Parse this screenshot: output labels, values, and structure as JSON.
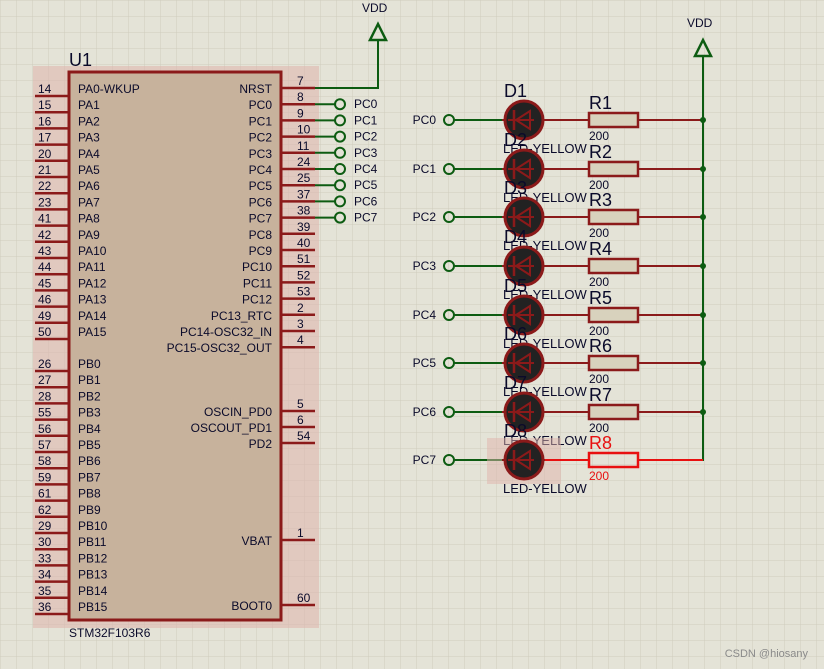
{
  "colors": {
    "background": "#e4e3d7",
    "grid": "#cfcdbe",
    "chip_fill": "#c7b29c",
    "chip_outline": "#8b1a1a",
    "selection_halo": "#dfb4ac",
    "wire": "#0d5c12",
    "pin_line": "#8b1a1a",
    "text": "#0a0a2a",
    "resistor_fill": "#d8d2bd",
    "led_body": "#222222",
    "led_rim": "#8b1a1a",
    "selected": "#e81010",
    "terminal": "#0d5c12"
  },
  "chip": {
    "ref": "U1",
    "part": "STM32F103R6",
    "left_pins": [
      {
        "num": "14",
        "name": "PA0-WKUP"
      },
      {
        "num": "15",
        "name": "PA1"
      },
      {
        "num": "16",
        "name": "PA2"
      },
      {
        "num": "17",
        "name": "PA3"
      },
      {
        "num": "20",
        "name": "PA4"
      },
      {
        "num": "21",
        "name": "PA5"
      },
      {
        "num": "22",
        "name": "PA6"
      },
      {
        "num": "23",
        "name": "PA7"
      },
      {
        "num": "41",
        "name": "PA8"
      },
      {
        "num": "42",
        "name": "PA9"
      },
      {
        "num": "43",
        "name": "PA10"
      },
      {
        "num": "44",
        "name": "PA11"
      },
      {
        "num": "45",
        "name": "PA12"
      },
      {
        "num": "46",
        "name": "PA13"
      },
      {
        "num": "49",
        "name": "PA14"
      },
      {
        "num": "50",
        "name": "PA15"
      },
      {
        "num": "26",
        "name": "PB0"
      },
      {
        "num": "27",
        "name": "PB1"
      },
      {
        "num": "28",
        "name": "PB2"
      },
      {
        "num": "55",
        "name": "PB3"
      },
      {
        "num": "56",
        "name": "PB4"
      },
      {
        "num": "57",
        "name": "PB5"
      },
      {
        "num": "58",
        "name": "PB6"
      },
      {
        "num": "59",
        "name": "PB7"
      },
      {
        "num": "61",
        "name": "PB8"
      },
      {
        "num": "62",
        "name": "PB9"
      },
      {
        "num": "29",
        "name": "PB10"
      },
      {
        "num": "30",
        "name": "PB11"
      },
      {
        "num": "33",
        "name": "PB12"
      },
      {
        "num": "34",
        "name": "PB13"
      },
      {
        "num": "35",
        "name": "PB14"
      },
      {
        "num": "36",
        "name": "PB15"
      }
    ],
    "right_pins": [
      {
        "num": "7",
        "name": "NRST"
      },
      {
        "num": "8",
        "name": "PC0"
      },
      {
        "num": "9",
        "name": "PC1"
      },
      {
        "num": "10",
        "name": "PC2"
      },
      {
        "num": "11",
        "name": "PC3"
      },
      {
        "num": "24",
        "name": "PC4"
      },
      {
        "num": "25",
        "name": "PC5"
      },
      {
        "num": "37",
        "name": "PC6"
      },
      {
        "num": "38",
        "name": "PC7"
      },
      {
        "num": "39",
        "name": "PC8"
      },
      {
        "num": "40",
        "name": "PC9"
      },
      {
        "num": "51",
        "name": "PC10"
      },
      {
        "num": "52",
        "name": "PC11"
      },
      {
        "num": "53",
        "name": "PC12"
      },
      {
        "num": "2",
        "name": "PC13_RTC"
      },
      {
        "num": "3",
        "name": "PC14-OSC32_IN"
      },
      {
        "num": "4",
        "name": "PC15-OSC32_OUT"
      },
      {
        "num": "5",
        "name": "OSCIN_PD0"
      },
      {
        "num": "6",
        "name": "OSCOUT_PD1"
      },
      {
        "num": "54",
        "name": "PD2"
      },
      {
        "num": "1",
        "name": "VBAT"
      },
      {
        "num": "60",
        "name": "BOOT0"
      }
    ]
  },
  "chip_terminals": [
    "PC0",
    "PC1",
    "PC2",
    "PC3",
    "PC4",
    "PC5",
    "PC6",
    "PC7"
  ],
  "power": [
    {
      "label": "VDD"
    },
    {
      "label": "VDD"
    }
  ],
  "rows": [
    {
      "terminal": "PC0",
      "led_ref": "D1",
      "led_type": "LED-YELLOW",
      "res_ref": "R1",
      "res_value": "200",
      "selected": false
    },
    {
      "terminal": "PC1",
      "led_ref": "D2",
      "led_type": "LED-YELLOW",
      "res_ref": "R2",
      "res_value": "200",
      "selected": false
    },
    {
      "terminal": "PC2",
      "led_ref": "D3",
      "led_type": "LED-YELLOW",
      "res_ref": "R3",
      "res_value": "200",
      "selected": false
    },
    {
      "terminal": "PC3",
      "led_ref": "D4",
      "led_type": "LED-YELLOW",
      "res_ref": "R4",
      "res_value": "200",
      "selected": false
    },
    {
      "terminal": "PC4",
      "led_ref": "D5",
      "led_type": "LED-YELLOW",
      "res_ref": "R5",
      "res_value": "200",
      "selected": false
    },
    {
      "terminal": "PC5",
      "led_ref": "D6",
      "led_type": "LED-YELLOW",
      "res_ref": "R6",
      "res_value": "200",
      "selected": false
    },
    {
      "terminal": "PC6",
      "led_ref": "D7",
      "led_type": "LED-YELLOW",
      "res_ref": "R7",
      "res_value": "200",
      "selected": false
    },
    {
      "terminal": "PC7",
      "led_ref": "D8",
      "led_type": "LED-YELLOW",
      "res_ref": "R8",
      "res_value": "200",
      "selected": true
    }
  ],
  "watermark": "CSDN @hiosany"
}
